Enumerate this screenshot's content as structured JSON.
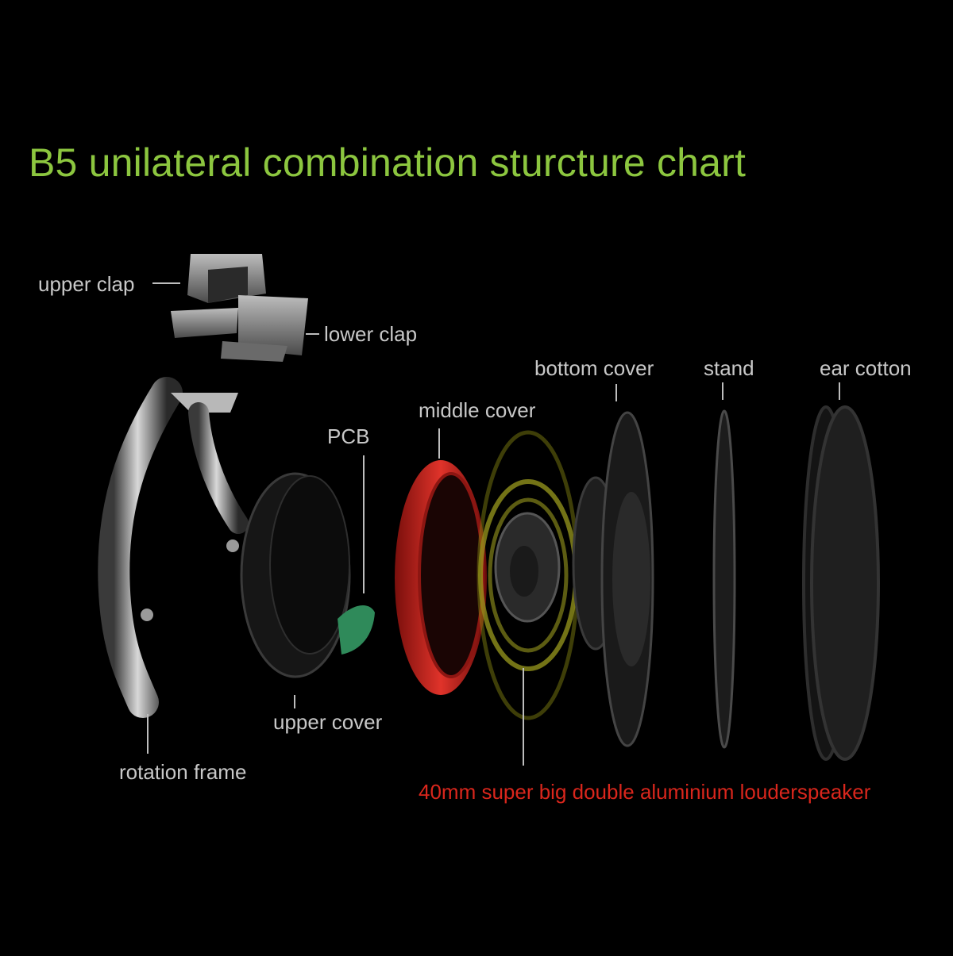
{
  "title": "B5 unilateral combination sturcture chart",
  "labels": {
    "upper_clap": "upper clap",
    "lower_clap": "lower clap",
    "bottom_cover": "bottom cover",
    "stand": "stand",
    "ear_cotton": "ear cotton",
    "middle_cover": "middle cover",
    "pcb": "PCB",
    "upper_cover": "upper cover",
    "rotation_frame": "rotation frame",
    "speaker": "40mm super big double aluminium louderspeaker"
  },
  "colors": {
    "background": "#000000",
    "title": "#8cc63f",
    "label": "#c8c8c8",
    "speaker_label": "#d9261c",
    "middle_cover": "#c8241f",
    "pcb": "#2f8a5a",
    "sound_waves": "#9a9a1e"
  }
}
